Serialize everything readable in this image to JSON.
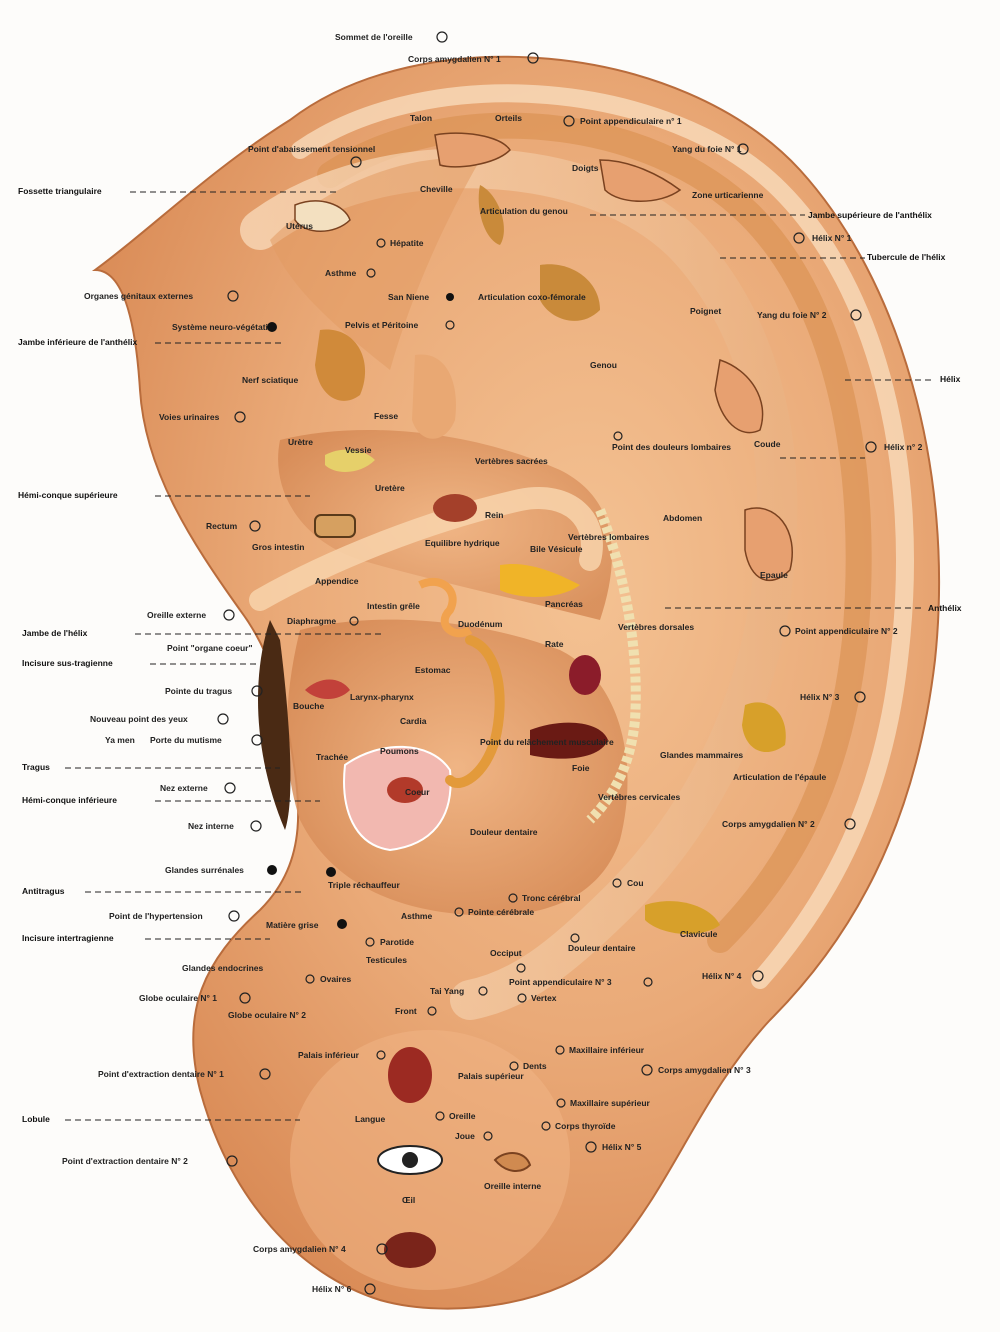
{
  "side_labels": [
    "Fossette triangulaire",
    "Jambe inférieure de l'anthélix",
    "Hémi-conque supérieure",
    "Jambe de l'hélix",
    "Incisure sus-tragienne",
    "Tragus",
    "Hémi-conque inférieure",
    "Antitragus",
    "Incisure intertragienne",
    "Lobule",
    "Jambe supérieure de l'anthélix",
    "Tubercule de l'hélix",
    "Hélix",
    "Anthélix"
  ],
  "points": [
    "Sommet de l'oreille",
    "Corps amygdalien N° 1",
    "Point appendiculaire n° 1",
    "Yang du foie N° 1",
    "Zone urticarienne",
    "Hélix N° 1",
    "Yang du foie N° 2",
    "Hélix n° 2",
    "Point appendiculaire N° 2",
    "Hélix N° 3",
    "Corps amygdalien N° 2",
    "Hélix N° 4",
    "Corps amygdalien N° 3",
    "Hélix N° 5",
    "Corps amygdalien N° 4",
    "Hélix N° 6",
    "Point d'abaissement tensionnel",
    "Organes génitaux externes",
    "Système neuro-végétatif",
    "Voies urinaires",
    "Rectum",
    "Oreille externe",
    "Point \"organe coeur\"",
    "Pointe du tragus",
    "Nouveau point des yeux",
    "Ya men",
    "Porte du mutisme",
    "Nez externe",
    "Nez interne",
    "Glandes surrénales",
    "Triple réchauffeur",
    "Point de l'hypertension",
    "Matière grise",
    "Glandes endocrines",
    "Globe oculaire N° 1",
    "Globe oculaire N° 2",
    "Point d'extraction dentaire N° 1",
    "Point d'extraction dentaire N° 2"
  ],
  "anatomy": [
    "Talon",
    "Orteils",
    "Doigts",
    "Cheville",
    "Articulation du genou",
    "Utérus",
    "Hépatite",
    "Asthme",
    "San Niene",
    "Articulation coxo-fémorale",
    "Genou",
    "Poignet",
    "Pelvis et Péritoine",
    "Nerf sciatique",
    "Fesse",
    "Vertèbres sacrées",
    "Point des douleurs lombaires",
    "Coude",
    "Urètre",
    "Vessie",
    "Uretère",
    "Rein",
    "Equilibre hydrique",
    "Bile Vésicule",
    "Vertèbres lombaires",
    "Abdomen",
    "Epaule",
    "Gros intestin",
    "Appendice",
    "Intestin grêle",
    "Pancréas",
    "Diaphragme",
    "Duodénum",
    "Vertèbres dorsales",
    "Rate",
    "Estomac",
    "Bouche",
    "Larynx-pharynx",
    "Cardia",
    "Trachée",
    "Poumons",
    "Point du relâchement musculaire",
    "Foie",
    "Glandes mammaires",
    "Articulation de l'épaule",
    "Coeur",
    "Vertèbres cervicales",
    "Douleur dentaire",
    "Cou",
    "Tronc cérébral",
    "Pointe cérébrale",
    "Clavicule",
    "Asthme",
    "Parotide",
    "Testicules",
    "Ovaires",
    "Occiput",
    "Douleur dentaire",
    "Point appendiculaire N° 3",
    "Tai Yang",
    "Vertex",
    "Front",
    "Palais inférieur",
    "Maxillaire inférieur",
    "Palais supérieur",
    "Dents",
    "Langue",
    "Oreille",
    "Maxillaire supérieur",
    "Joue",
    "Corps thyroïde",
    "Œil",
    "Oreille interne"
  ],
  "colors": {
    "skin_light": "#f6cfa6",
    "skin_mid": "#e8a673",
    "skin_dark": "#b8683a",
    "line": "#222222"
  }
}
